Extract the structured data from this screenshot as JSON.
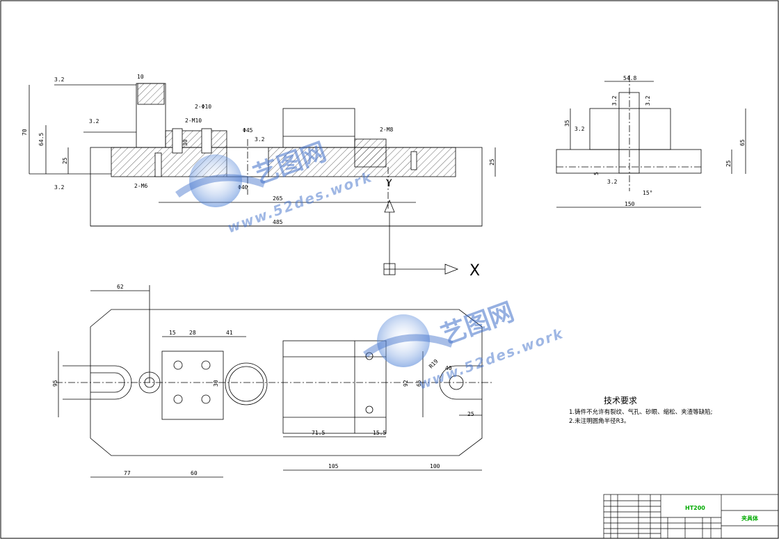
{
  "drawing": {
    "front_view_dims": {
      "r_top_left": "3.2",
      "d_top_slot": "10",
      "h_total": "70",
      "h_645": "64.5",
      "r_mid_left": "3.2",
      "h_25": "25",
      "r_bottom_left": "3.2",
      "holes_2m10": "2-M10",
      "holes_2phi10": "2-Φ10",
      "phi45": "Φ45",
      "r_center": "3.2",
      "holes_2m6": "2-M6",
      "holes_2m8": "2-M8",
      "phi40": "Φ40",
      "len_265": "265",
      "len_485": "485",
      "h_right_25": "25",
      "small_30": "30"
    },
    "side_view_dims": {
      "w_548": "54.8",
      "r_left": "3.2",
      "r_right": "3.2",
      "h_35": "35",
      "r_mid": "3.2",
      "h_5": "5",
      "r_bottom": "3.2",
      "chamfer": "15°",
      "h_65": "65",
      "h_25": "25",
      "w_150": "150"
    },
    "top_view_dims": {
      "d_62": "62",
      "d_15": "15",
      "d_28": "28",
      "d_41": "41",
      "d_95": "95",
      "d_30": "30",
      "d_92": "92",
      "d_65": "65",
      "r_19": "R19",
      "d_40": "40",
      "d_25": "25",
      "d_715": "71.5",
      "d_155": "15.5",
      "d_77": "77",
      "d_60": "60",
      "d_105": "105",
      "d_100": "100"
    },
    "axis_x_label": "X",
    "axis_y_label": "Y"
  },
  "notes": {
    "title": "技术要求",
    "items": [
      "1.铸件不允许有裂纹、气孔、砂眼、缩松、夹渣等缺陷;",
      "2.未注明圆角半径R3。"
    ]
  },
  "title_block": {
    "material": "HT200",
    "part_name": "夹具体"
  },
  "watermark": {
    "brand": "艺图网",
    "url": "www.52des.work"
  },
  "colors": {
    "line": "#000000",
    "titleblock_text": "#00aa00",
    "watermark": "#3f6fc9"
  }
}
